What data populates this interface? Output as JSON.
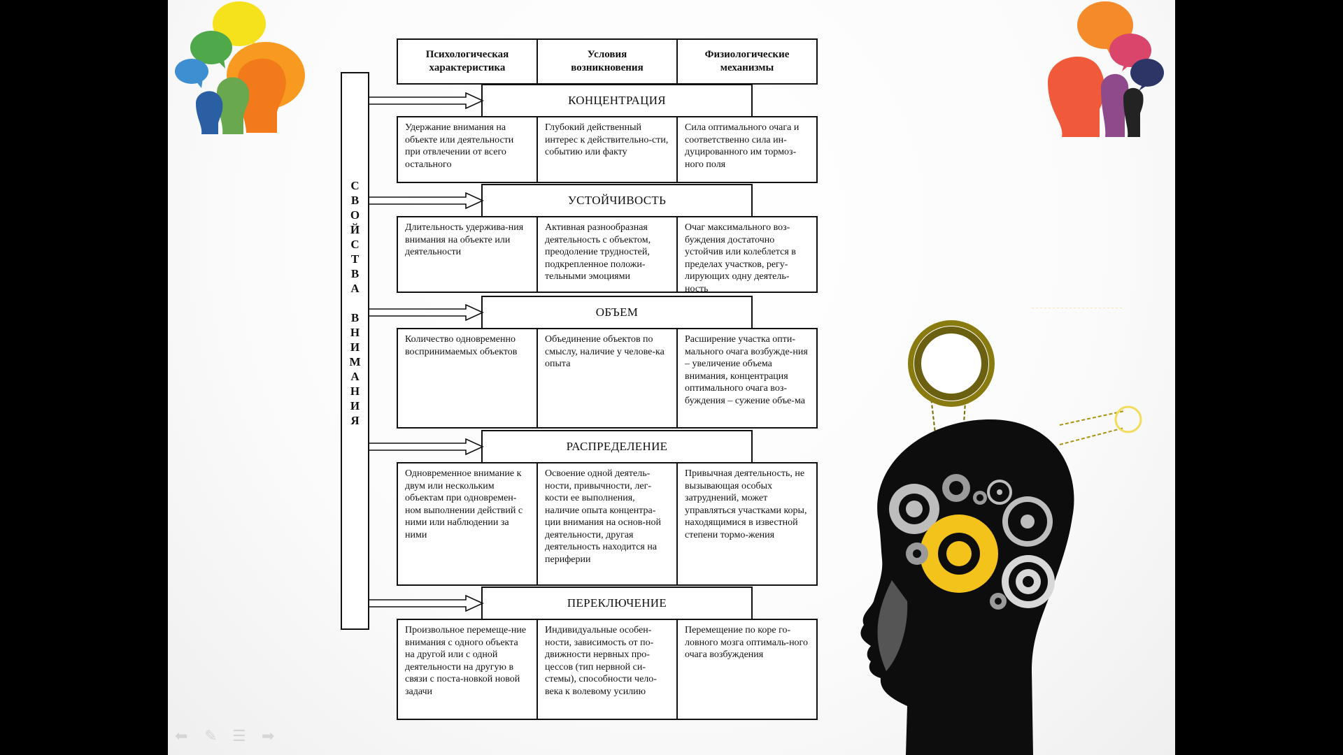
{
  "table": {
    "headers": [
      "Психологическая\nхарактеристика",
      "Условия\nвозникновения",
      "Физиологические\nмеханизмы"
    ],
    "side_label": "СВОЙСТВА ВНИМАНИЯ",
    "sections": [
      {
        "title": "КОНЦЕНТРАЦИЯ",
        "cells": [
          "Удержание внимания на объекте или деятельности при отвлечении от всего остального",
          "Глубокий действенный интерес к действительно-сти, событию или факту",
          "Сила оптимального очага и соответственно сила ин-дуцированного им тормоз-ного поля"
        ]
      },
      {
        "title": "УСТОЙЧИВОСТЬ",
        "cells": [
          "Длительность удержива-ния внимания на объекте или деятельности",
          "Активная разнообразная деятельность с объектом, преодоление трудностей, подкрепленное положи-тельными эмоциями",
          "Очаг максимального воз-буждения достаточно устойчив или колеблется в пределах участков, регу-лирующих одну деятель-ность"
        ]
      },
      {
        "title": "ОБЪЕМ",
        "cells": [
          "Количество одновременно воспринимаемых объектов",
          "Объединение объектов по смыслу, наличие у челове-ка опыта",
          "Расширение участка опти-мального очага возбужде-ния – увеличение объема внимания, концентрация оптимального очага воз-буждения – сужение объе-ма"
        ]
      },
      {
        "title": "РАСПРЕДЕЛЕНИЕ",
        "cells": [
          "Одновременное внимание к двум или нескольким объектам при одновремен-ном выполнении действий с ними или наблюдении за ними",
          "Освоение одной деятель-ности, привычности, лег-кости ее выполнения, наличие опыта концентра-ции внимания на основ-ной деятельности, другая деятельность находится на периферии",
          "Привычная деятельность, не вызывающая особых затруднений, может управляться участками коры, находящимися в известной степени тормо-жения"
        ]
      },
      {
        "title": "ПЕРЕКЛЮЧЕНИЕ",
        "cells": [
          "Произвольное перемеще-ние внимания с одного объекта на другой или с одной деятельности на другую в связи с поста-новкой новой задачи",
          "Индивидуальные особен-ности, зависимость от по-движности нервных про-цессов (тип нервной си-стемы), способности чело-века к волевому усилию",
          "Перемещение по коре го-ловного мозга оптималь-ного очага возбуждения"
        ]
      }
    ]
  },
  "decor": {
    "left_icon": "speech-bubbles-heads-icon",
    "right_icon": "speech-bubbles-heads-icon",
    "head_illustration": "head-gears-icon",
    "nav_icons": [
      "back-arrow-icon",
      "pen-icon",
      "menu-icon",
      "forward-arrow-icon"
    ],
    "colors": {
      "gear_yellow": "#f3c21b",
      "gear_gray": "#9a9a9a",
      "head_black": "#0d0d0d",
      "head_gray": "#555555"
    }
  }
}
